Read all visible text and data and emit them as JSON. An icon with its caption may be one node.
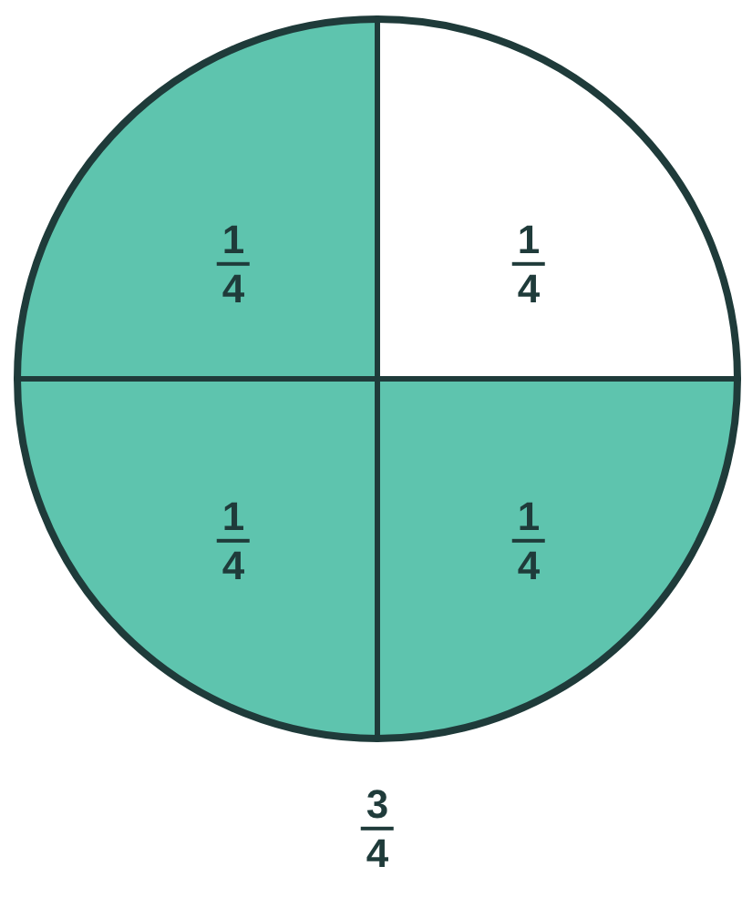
{
  "diagram": {
    "nodes": [
      {
        "text": [],
        "shape": "circle"
      },
      {
        "text": [
          "1",
          "4"
        ],
        "in": 0
      },
      {
        "text": [
          "1",
          "4"
        ],
        "in": 0
      },
      {
        "text": [
          "1",
          "4"
        ],
        "in": 0
      },
      {
        "text": [
          "1",
          "4"
        ],
        "in": 0
      }
    ],
    "labels": [
      "3",
      "4"
    ]
  }
}
